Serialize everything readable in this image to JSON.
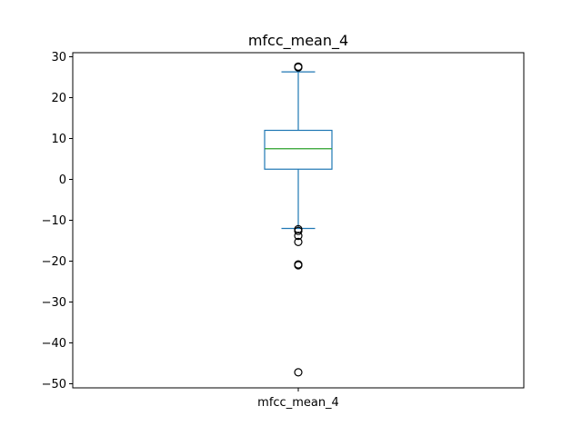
{
  "chart_data": {
    "type": "box",
    "title": "mfcc_mean_4",
    "categories": [
      "mfcc_mean_4"
    ],
    "ylim": [
      -51,
      31
    ],
    "y_ticks": [
      30,
      20,
      10,
      0,
      -10,
      -20,
      -30,
      -40,
      -50
    ],
    "y_tick_labels": [
      "30",
      "20",
      "10",
      "0",
      "−10",
      "−20",
      "−30",
      "−40",
      "−50"
    ],
    "grid": false,
    "boxes": [
      {
        "name": "mfcc_mean_4",
        "whisker_low": -12.0,
        "q1": 2.5,
        "median": 7.5,
        "q3": 12.0,
        "whisker_high": 26.3,
        "outliers": [
          27.6,
          27.4,
          -12.2,
          -12.6,
          -13.8,
          -15.3,
          -20.8,
          -21.0,
          -47.2
        ]
      }
    ],
    "colors": {
      "box": "#1f77b4",
      "median": "#2ca02c",
      "outlier": "#000000",
      "axes": "#000000"
    }
  }
}
